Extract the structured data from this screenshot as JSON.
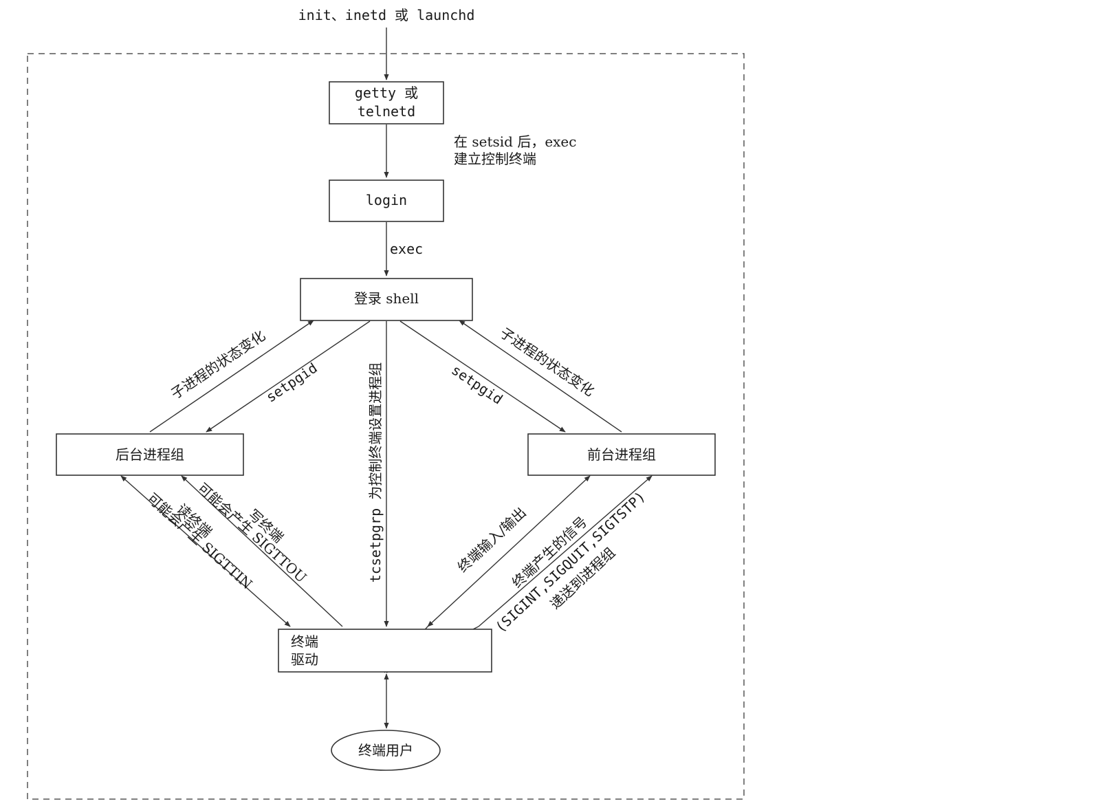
{
  "colors": {
    "stroke": "#333333",
    "text": "#1a1a1a",
    "frame": "#555555",
    "background": "#ffffff"
  },
  "nodes": {
    "source": "init、inetd 或 launchd",
    "getty_line1": "getty 或",
    "getty_line2": "telnetd",
    "login": "login",
    "login_shell": "登录 shell",
    "background_group": "后台进程组",
    "foreground_group": "前台进程组",
    "terminal_driver_line1": "终端",
    "terminal_driver_line2": "驱动",
    "terminal_user": "终端用户"
  },
  "edges": {
    "setsid_line1": "在 setsid 后，exec",
    "setsid_line2": "建立控制终端",
    "exec": "exec",
    "child_state_left": "子进程的状态变化",
    "setpgid_left": "setpgid",
    "tcsetpgrp": "tcsetpgrp 为控制终端设置进程组",
    "setpgid_right": "setpgid",
    "child_state_right": "子进程的状态变化",
    "sigttin_line1": "可能会产生 SIGTTIN",
    "sigttin_line2": "读终端",
    "sigttou_line1": "可能会产生 SIGTTOU",
    "sigttou_line2": "写终端",
    "terminal_io": "终端输入/输出",
    "signals_line1": "终端产生的信号",
    "signals_line2": "(SIGINT,SIGQUIT,SIGTSTP)",
    "signals_line3": "递送到进程组"
  }
}
